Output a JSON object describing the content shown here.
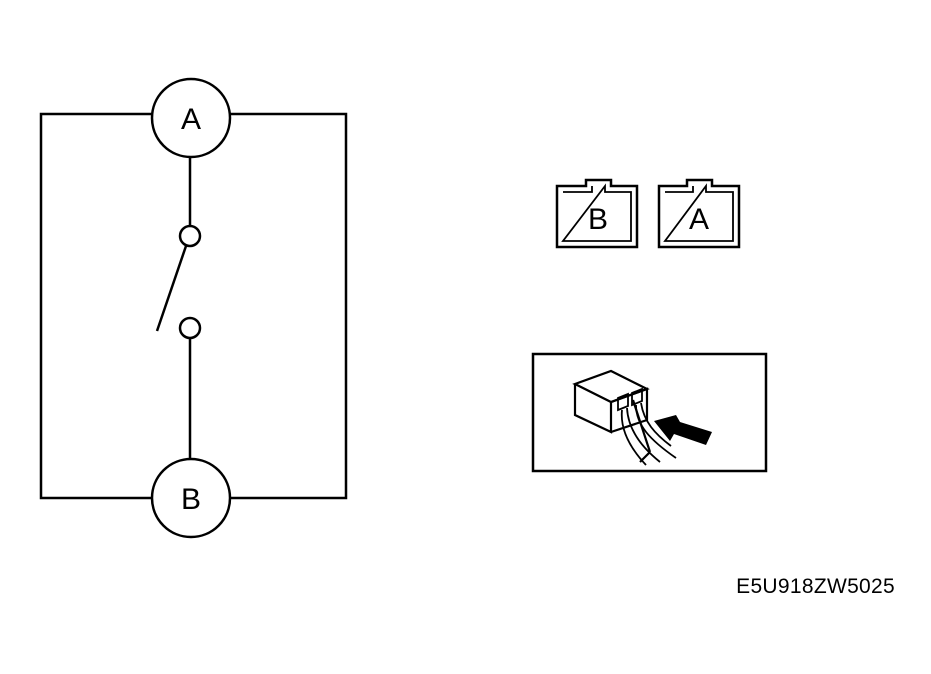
{
  "circuit": {
    "terminal_top": "A",
    "terminal_bottom": "B"
  },
  "connector": {
    "left_pin": "B",
    "right_pin": "A"
  },
  "inset": {
    "icon": "probe-into-connector-back-icon"
  },
  "reference_code": "E5U918ZW5025",
  "colors": {
    "line": "#000000",
    "background": "#ffffff"
  }
}
